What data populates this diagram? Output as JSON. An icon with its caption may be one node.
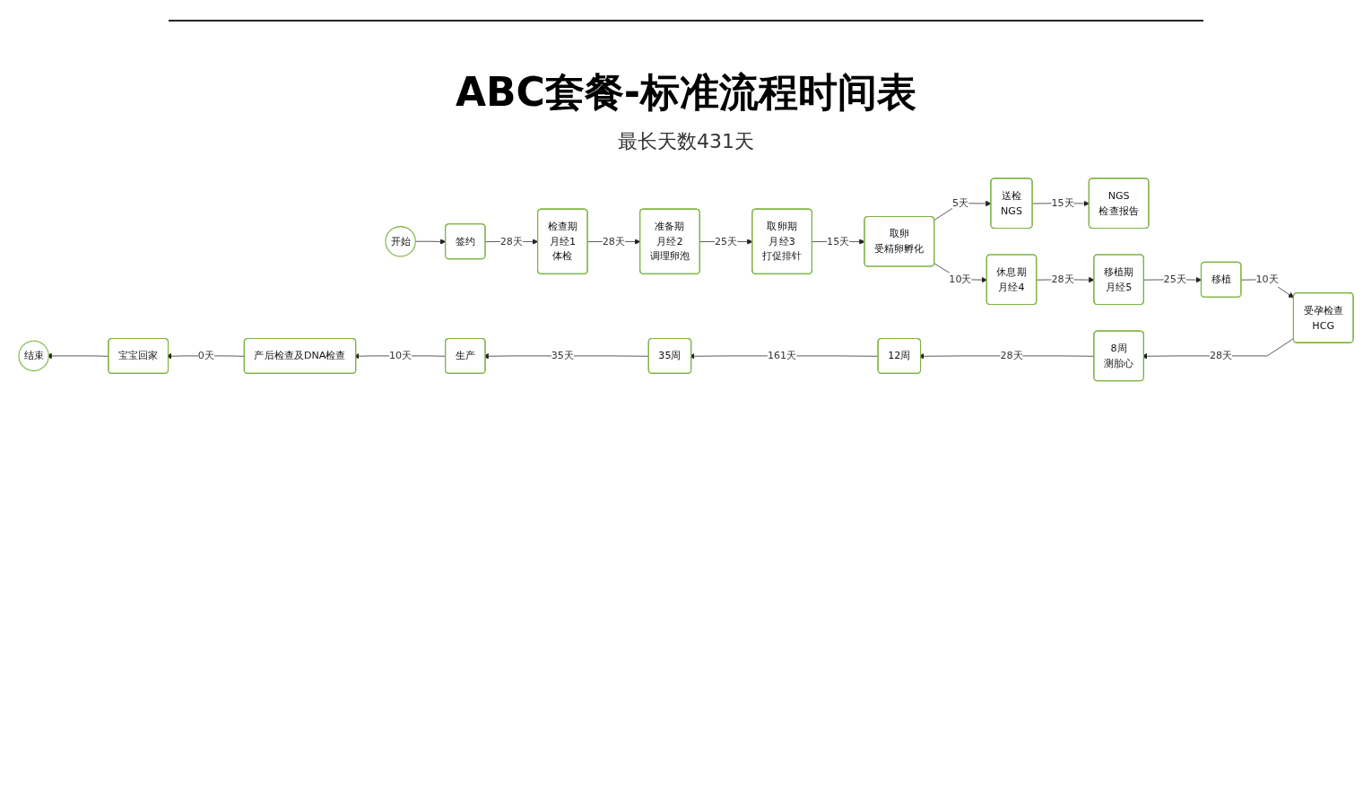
{
  "diagram": {
    "title": "ABC套餐-标准流程时间表",
    "labels": [
      "最长天数431天"
    ],
    "nodes": [
      {
        "text": [
          "开始"
        ]
      },
      {
        "text": [
          "签约"
        ]
      },
      {
        "text": [
          "检查期",
          "月经1",
          "体检"
        ]
      },
      {
        "text": [
          "准备期",
          "月经2",
          "调理卵泡"
        ]
      },
      {
        "text": [
          "取卵期",
          "月经3",
          "打促排针"
        ]
      },
      {
        "text": [
          "取卵",
          "受精卵孵化"
        ]
      },
      {
        "text": [
          "送检",
          "NGS"
        ]
      },
      {
        "text": [
          "NGS",
          "检查报告"
        ]
      },
      {
        "text": [
          "休息期",
          "月经4"
        ]
      },
      {
        "text": [
          "移植期",
          "月经5"
        ]
      },
      {
        "text": [
          "移植"
        ]
      },
      {
        "text": [
          "受孕检查",
          "HCG"
        ]
      },
      {
        "text": [
          "8周",
          "测胎心"
        ]
      },
      {
        "text": [
          "12周"
        ]
      },
      {
        "text": [
          "35周"
        ]
      },
      {
        "text": [
          "生产"
        ]
      },
      {
        "text": [
          "产后检查及DNA检查"
        ]
      },
      {
        "text": [
          "宝宝回家"
        ]
      },
      {
        "text": [
          "结束"
        ]
      }
    ],
    "edges": [
      {
        "from": 0,
        "to": 1,
        "arrow": "to"
      },
      {
        "from": 1,
        "to": 2,
        "arrow": "to",
        "label": "28天"
      },
      {
        "from": 2,
        "to": 3,
        "arrow": "to",
        "label": "28天"
      },
      {
        "from": 3,
        "to": 4,
        "arrow": "to",
        "label": "25天"
      },
      {
        "from": 4,
        "to": 5,
        "arrow": "to",
        "label": "15天"
      },
      {
        "from": 5,
        "to": 6,
        "arrow": "to",
        "label": "5天"
      },
      {
        "from": 6,
        "to": 7,
        "arrow": "to",
        "label": "15天"
      },
      {
        "from": 5,
        "to": 8,
        "arrow": "to",
        "label": "10天"
      },
      {
        "from": 8,
        "to": 9,
        "arrow": "to",
        "label": "28天"
      },
      {
        "from": 9,
        "to": 10,
        "arrow": "to",
        "label": "25天"
      },
      {
        "from": 10,
        "to": 11,
        "arrow": "to",
        "label": "10天"
      },
      {
        "from": 11,
        "to": 12,
        "arrow": "to",
        "label": "28天"
      },
      {
        "from": 12,
        "to": 13,
        "arrow": "to",
        "label": "28天"
      },
      {
        "from": 13,
        "to": 14,
        "arrow": "to",
        "label": "161天"
      },
      {
        "from": 14,
        "to": 15,
        "arrow": "to",
        "label": "35天"
      },
      {
        "from": 15,
        "to": 16,
        "arrow": "to",
        "label": "10天"
      },
      {
        "from": 16,
        "to": 17,
        "arrow": "to",
        "label": "0天"
      },
      {
        "from": 17,
        "to": 18,
        "arrow": "to"
      }
    ]
  }
}
